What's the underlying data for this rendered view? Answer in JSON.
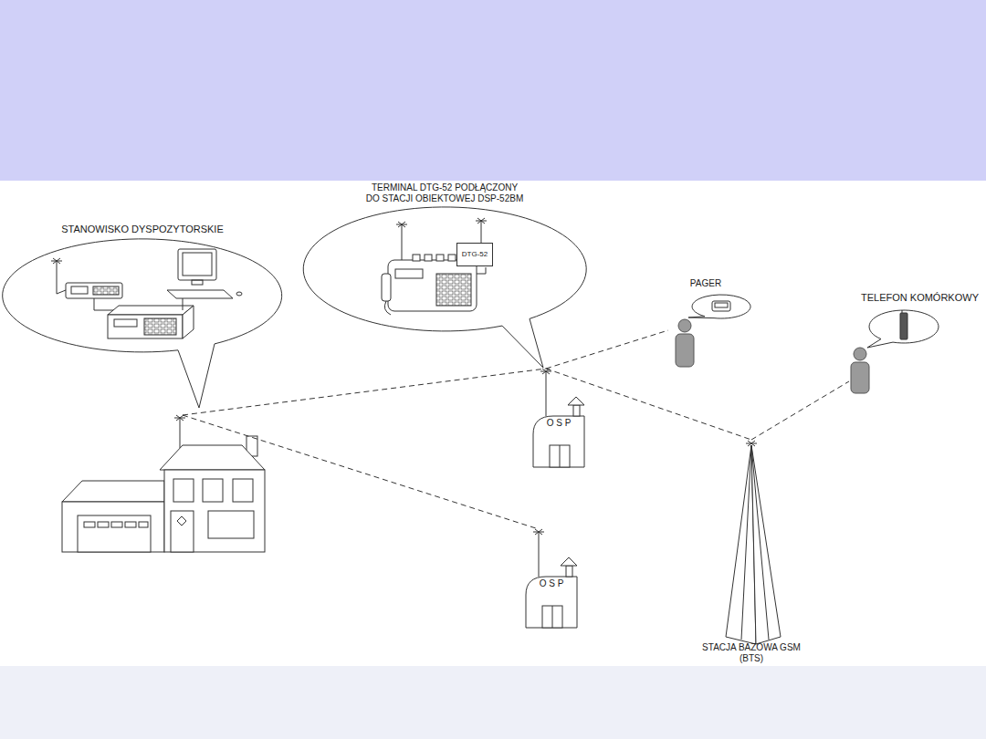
{
  "diagram": {
    "nodes": [
      {
        "text": [
          "STANOWISKO DYSPOZYTORSKIE"
        ]
      },
      {
        "text": [
          "TERMINAL DTG-52 PODŁĄCZONY DO STACJI OBIEKTOWEJ DSP-52BM"
        ]
      },
      {
        "text": [
          "DTG-52"
        ],
        "in": 1
      },
      {
        "text": [
          "PAGER"
        ]
      },
      {
        "text": [
          "TELEFON KOMÓRKOWY"
        ]
      },
      {
        "text": [
          "O S P"
        ]
      },
      {
        "text": [
          "O S P"
        ]
      },
      {
        "text": [
          "STACJA BAZOWA GSM (BTS)"
        ]
      }
    ],
    "edges": [
      {
        "from": 0,
        "to": 5,
        "arrow": "none"
      },
      {
        "from": 0,
        "to": 6,
        "arrow": "none"
      },
      {
        "from": 5,
        "to": 3,
        "arrow": "none"
      },
      {
        "from": 5,
        "to": 7,
        "arrow": "none"
      },
      {
        "from": 7,
        "to": 4,
        "arrow": "none"
      }
    ]
  }
}
